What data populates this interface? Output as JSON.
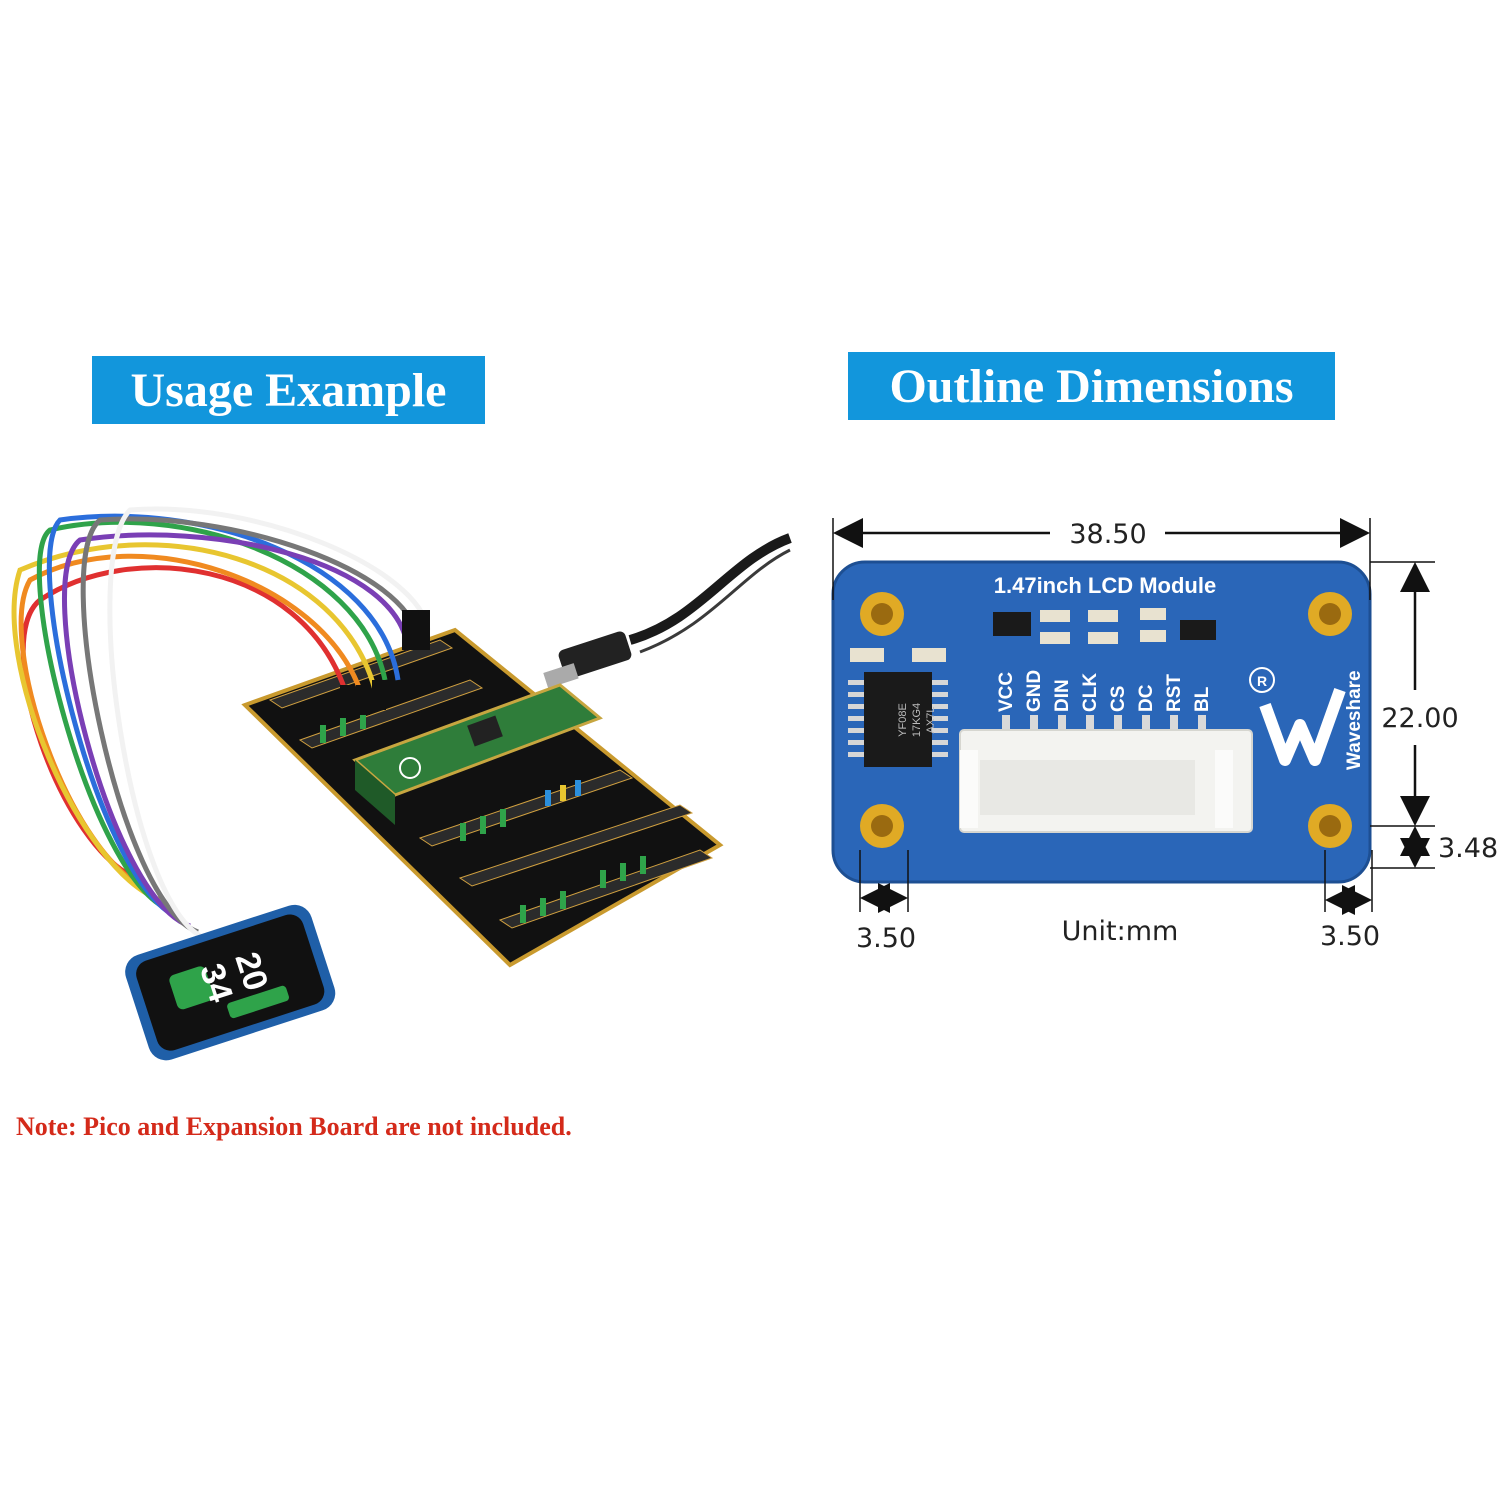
{
  "usage": {
    "title": "Usage Example"
  },
  "outline": {
    "title": "Outline Dimensions",
    "board_title": "1.47inch LCD Module",
    "pins": [
      "VCC",
      "GND",
      "DIN",
      "CLK",
      "CS",
      "DC",
      "RST",
      "BL"
    ],
    "brand": "Waveshare",
    "chip_text": [
      "YF08E",
      "17KG4",
      "AX7L"
    ],
    "dimensions": {
      "width": "38.50",
      "height": "22.00",
      "hole_offset_y": "3.48",
      "hole_offset_x_left": "3.50",
      "hole_offset_x_right": "3.50"
    },
    "unit": "Unit:mm"
  },
  "lcd_display": {
    "line1": "20",
    "line2": "34"
  },
  "note": "Note: Pico and Expansion Board are not included.",
  "colors": {
    "banner": "#1296dc",
    "pcb": "#2a66b8",
    "note": "#d42a1a"
  }
}
